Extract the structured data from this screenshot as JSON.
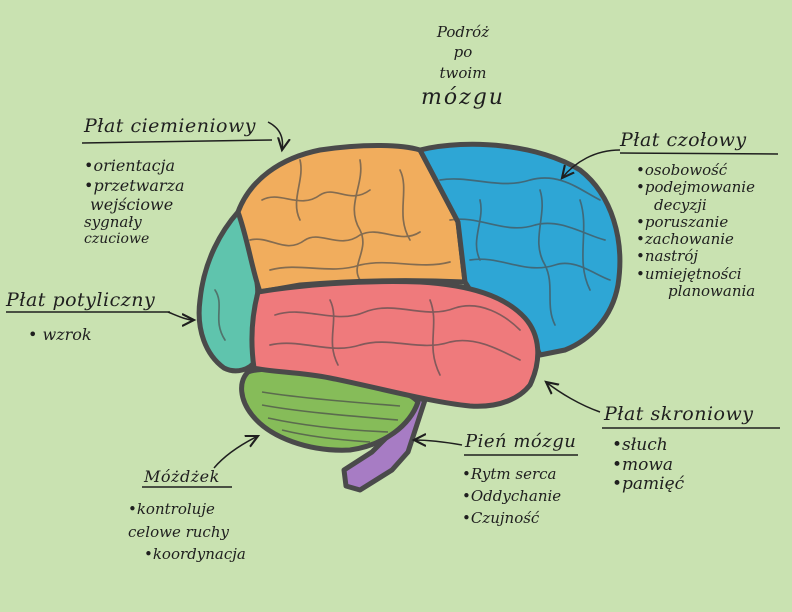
{
  "title": [
    "Podróż",
    "po",
    "twoim",
    "mózgu"
  ],
  "lobes": {
    "parietal": {
      "label": "Płat ciemieniowy",
      "bullets": [
        "•orientacja",
        "•przetwarza",
        "wejściowe",
        "sygnały",
        "czuciowe"
      ],
      "color": "#f1ad5d"
    },
    "frontal": {
      "label": "Płat czołowy",
      "bullets": [
        "•osobowość",
        "•podejmowanie",
        "decyzji",
        "•poruszanie",
        "•zachowanie",
        "•nastrój",
        "•umiejętności",
        "planowania"
      ],
      "color": "#2ea6d5"
    },
    "occipital": {
      "label": "Płat potyliczny",
      "bullets": [
        "• wzrok"
      ],
      "color": "#5fc4ad"
    },
    "temporal": {
      "label": "Płat skroniowy",
      "bullets": [
        "•słuch",
        "•mowa",
        "•pamięć"
      ],
      "color": "#ef7a7c"
    },
    "brainstem": {
      "label": "Pień mózgu",
      "bullets": [
        "•Rytm serca",
        "•Oddychanie",
        "•Czujność"
      ],
      "color": "#a77cc4"
    },
    "cerebellum": {
      "label": "Móżdżek",
      "bullets": [
        "•kontroluje",
        "celowe ruchy",
        "•koordynacja"
      ],
      "color": "#86bc59"
    }
  },
  "colors": {
    "background": "#c9e2b1",
    "outline": "#4a4a4a",
    "ink": "#1f1f1f"
  }
}
